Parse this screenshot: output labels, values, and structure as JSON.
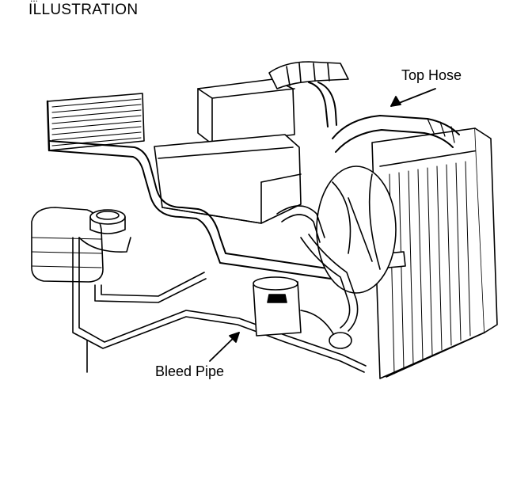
{
  "header": {
    "title": "ILLUSTRATION",
    "fragment": "..."
  },
  "labels": {
    "top_hose": "Top Hose",
    "bleed_pipe": "Bleed Pipe"
  },
  "colors": {
    "ink": "#000000",
    "paper": "#ffffff"
  }
}
